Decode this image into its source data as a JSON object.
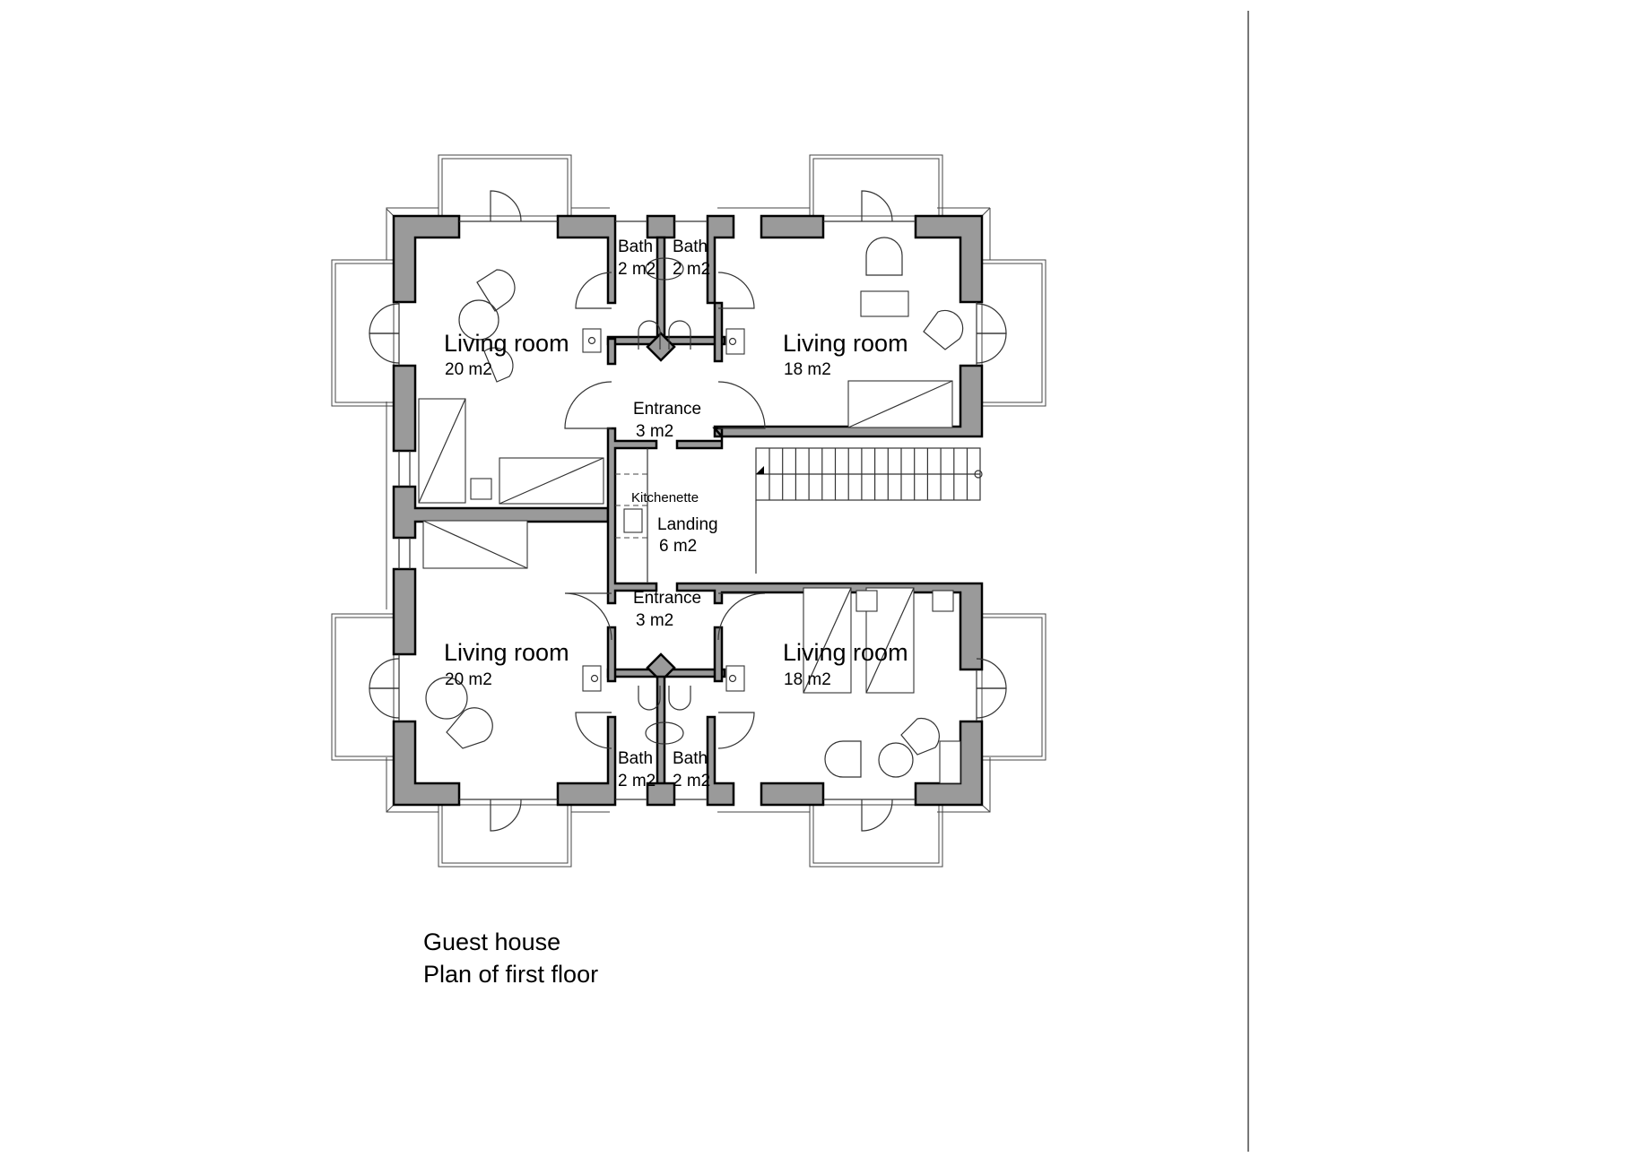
{
  "drawing": {
    "title": "Guest house",
    "subtitle": "Plan of first floor",
    "colors": {
      "wall_fill": "#9a9a9a",
      "line": "#333333",
      "background": "#ffffff"
    }
  },
  "rooms": [
    {
      "id": "living-nw",
      "name": "Living room",
      "area": "20 m2"
    },
    {
      "id": "living-ne",
      "name": "Living room",
      "area": "18 m2"
    },
    {
      "id": "living-sw",
      "name": "Living room",
      "area": "20 m2"
    },
    {
      "id": "living-se",
      "name": "Living room",
      "area": "18 m2"
    },
    {
      "id": "bath-n1",
      "name": "Bath",
      "area": "2 m2"
    },
    {
      "id": "bath-n2",
      "name": "Bath",
      "area": "2 m2"
    },
    {
      "id": "bath-s1",
      "name": "Bath",
      "area": "2 m2"
    },
    {
      "id": "bath-s2",
      "name": "Bath",
      "area": "2 m2"
    },
    {
      "id": "entrance-n",
      "name": "Entrance",
      "area": "3 m2"
    },
    {
      "id": "entrance-s",
      "name": "Entrance",
      "area": "3 m2"
    },
    {
      "id": "landing",
      "name": "Landing",
      "area": "6 m2"
    },
    {
      "id": "kitchenette",
      "name": "Kitchenette",
      "area": ""
    }
  ]
}
